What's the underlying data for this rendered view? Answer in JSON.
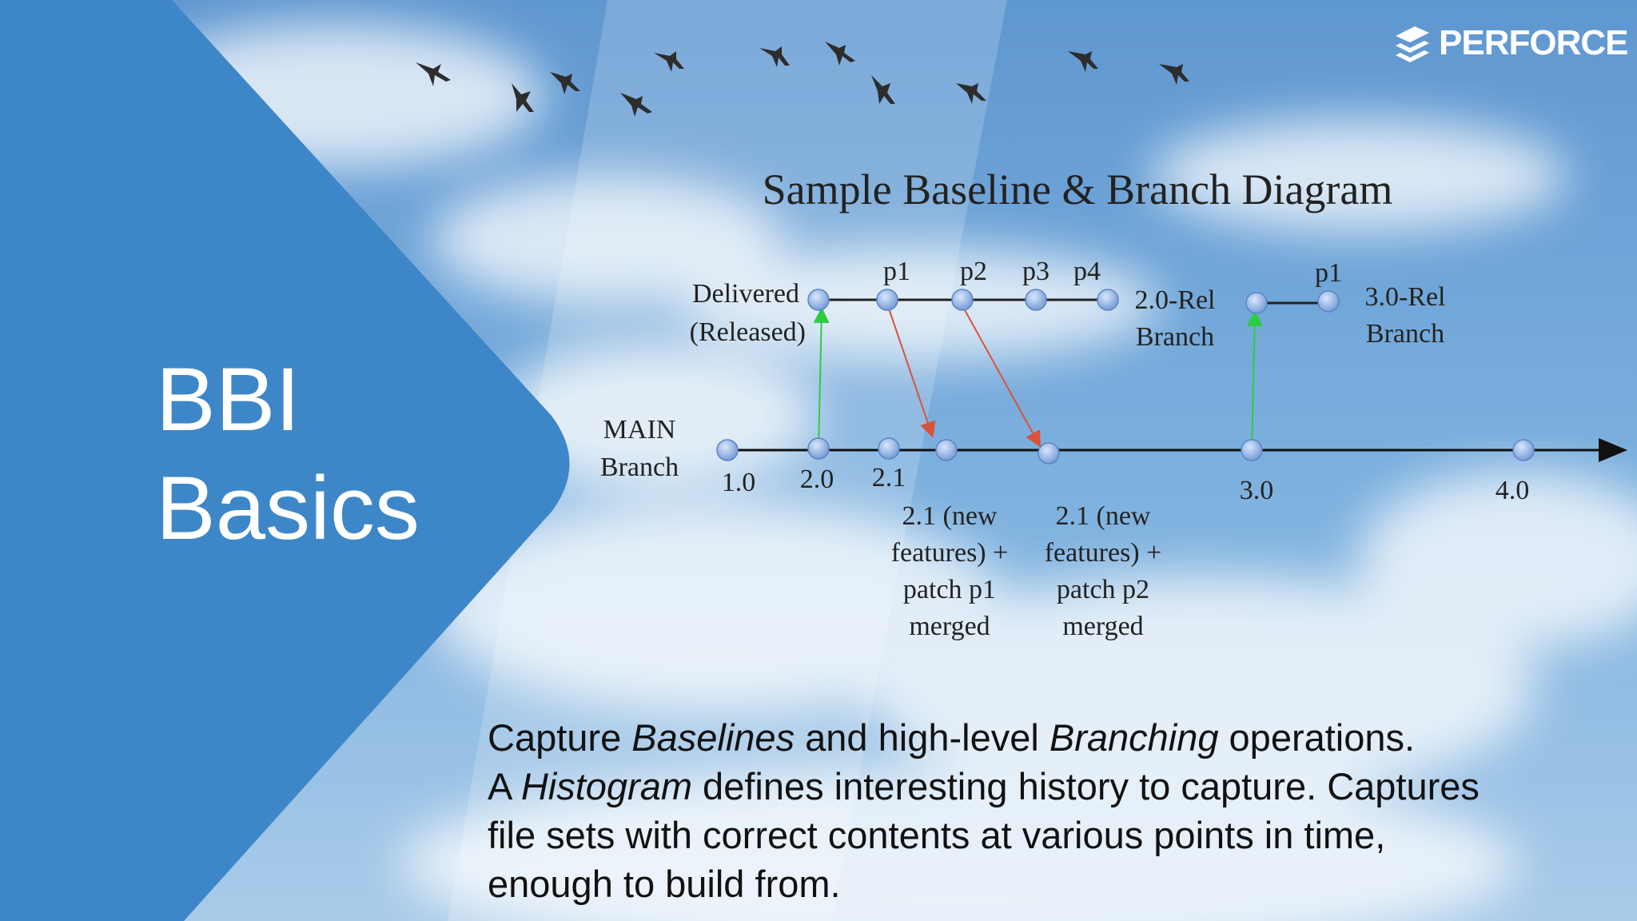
{
  "slide": {
    "title_line1": "BBI",
    "title_line2": "Basics",
    "logo_text": "PERFORCE"
  },
  "diagram": {
    "title": "Sample Baseline & Branch Diagram",
    "delivered_label_1": "Delivered",
    "delivered_label_2": "(Released)",
    "main_label_1": "MAIN",
    "main_label_2": "Branch",
    "rel20_label_1": "2.0-Rel",
    "rel20_label_2": "Branch",
    "rel30_label_1": "3.0-Rel",
    "rel30_label_2": "Branch",
    "patch_labels": [
      "p1",
      "p2",
      "p3",
      "p4"
    ],
    "rel30_patch_label": "p1",
    "main_versions": [
      "1.0",
      "2.0",
      "2.1",
      "3.0",
      "4.0"
    ],
    "merge_note_1": [
      "2.1 (new",
      "features) +",
      "patch p1",
      "merged"
    ],
    "merge_note_2": [
      "2.1 (new",
      "features) +",
      "patch p2",
      "merged"
    ]
  },
  "caption": {
    "l1_a": "Capture ",
    "l1_b": "Baselines",
    "l1_c": " and high-level ",
    "l1_d": "Branching",
    "l1_e": " operations.",
    "l2_a": "A ",
    "l2_b": "Histogram",
    "l2_c": " defines interesting history to capture. Captures",
    "l3": "file sets with correct contents at various points in time,",
    "l4": "enough to build from."
  },
  "colors": {
    "panel_blue": "#3d87c9",
    "sky_blue": "#6fa6d8",
    "node_fill": "#8fb4e8",
    "merge_green": "#2ecc40",
    "merge_red": "#d9533a"
  }
}
